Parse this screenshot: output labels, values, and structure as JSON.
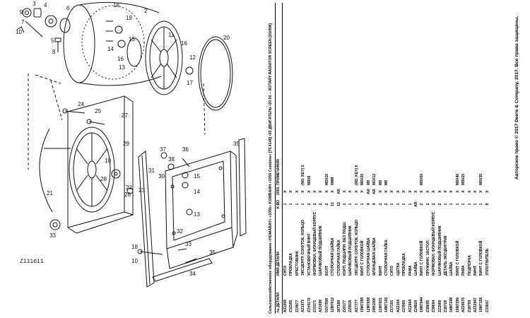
{
  "figure_id": "Z111611",
  "callouts": [
    "1",
    "2",
    "3",
    "4",
    "5",
    "6",
    "7",
    "8",
    "9",
    "10",
    "11",
    "12",
    "13",
    "14",
    "15",
    "16",
    "17",
    "18",
    "19",
    "20",
    "21",
    "22",
    "23",
    "24",
    "25",
    "26",
    "27",
    "28",
    "29",
    "30",
    "31",
    "32",
    "33",
    "34",
    "35",
    "36",
    "37",
    "38"
  ],
  "header": "Сельскохозяйственное оборудование «HOMABAY» «1055» KOMBAЙH «1055 Combine» [TC4148] •20 ДВИГАТЕЛЬ •20-50 – ROTARY RADIATOR SCREEN [9105M]",
  "columns": [
    "№ ДЕТАЛИ",
    "ИМЯ ДЕТАЛИ",
    "К-ВО",
    "1055",
    "ПРИМЕЧАНИЯ"
  ],
  "rows": [
    [
      "AZ1069",
      "СИТО",
      "1",
      "X",
      ""
    ],
    [
      "Z32385",
      "ПРОКЛАДКА",
      "1",
      "X",
      ""
    ],
    [
      "Z19977",
      "КРЕСТОВИНА",
      "1",
      "X",
      ""
    ],
    [
      "AZ1073",
      "ЭКСЦЕНТР. СОНУТОЕ. КОЛЬЦО",
      "1",
      "X",
      "(NO. KEY) 5"
    ],
    [
      "Z3V0179",
      "УСТАНОВОЧНЫЙ ВИНТ",
      "2",
      "X",
      "M8X8"
    ],
    [
      "Z31371",
      "ФОРМОВАН. ФЛАНЦЕВЫЙ КОРПУС",
      "2",
      "X",
      ""
    ],
    [
      "AZ1098",
      "ШАРИКОВЫЙ ПОДШИПНИК",
      "2",
      "X",
      ""
    ],
    [
      "03V7890",
      "БОЛТ",
      "2",
      "X",
      "M8X16"
    ],
    [
      "12M7012",
      "СТОПОРНАЯ ШАЙБА",
      "12",
      "X",
      "8MM"
    ],
    [
      "36T589",
      "СТОПОРНАЯ ГАЙКА",
      "12",
      "AR",
      ""
    ],
    [
      "Z20177",
      "КОРП. ПОДШИПН. БЕЗ ПОДШ.",
      "1",
      "X",
      ""
    ],
    [
      "ZZ8936",
      "ШАРИКОВЫЙ ПОДШИПНИК",
      "1",
      "X",
      ""
    ],
    [
      "AZ7777",
      "ЭКСЦЕНТР. СОНУТОЕ. КОЛЬЦО",
      "1",
      "X",
      "(NO. KEY) 5"
    ],
    [
      "19M7188",
      "ВИНТ С ГОЛОВКОЙ",
      "1",
      "X",
      "M8X20"
    ],
    [
      "12M7058",
      "СТОПОРНАЯ ШАЙБА",
      "4",
      "AR",
      "M8"
    ],
    [
      "24H1000",
      "ФЛАНЦЕВАЯ ШАЙБА",
      "4",
      "AR",
      "M6X12"
    ],
    [
      "21M7031",
      "ВИНТ",
      "2",
      "X",
      "M8"
    ],
    [
      "14M7100",
      "СТОПОРНАЯ ГАЙКА",
      "2",
      "X",
      "M8"
    ],
    [
      "Z17103",
      "СИТО",
      "1",
      "X",
      ""
    ],
    [
      "AZ2164",
      "ЩЕТКА",
      "1",
      "X",
      ""
    ],
    [
      "Z23990",
      "ПРОКЛАДКА",
      "1",
      "X",
      ""
    ],
    [
      "AZ2064",
      "РАМА",
      "1",
      "X",
      ""
    ],
    [
      "Z24920",
      "ШАЙБА",
      "AR",
      "X",
      ""
    ],
    [
      "19M7944",
      "ВИНТ С ГОЛОВКОЙ",
      "2",
      "X",
      "M8X50"
    ],
    [
      "Z38695",
      "ПРУЖИНН. ЗАСТОП.",
      "2",
      "X",
      ""
    ],
    [
      "Z38694",
      "ФОРМОВАН. ФЛАНЦЕВЫЙ КОРПУС",
      "2",
      "X",
      ""
    ],
    [
      "ZZ2980",
      "ШАРИКОВЫЙ ПОДШИПНИК",
      "2",
      "X",
      ""
    ],
    [
      "Z38728",
      "ДЕТАЛЬ ЭКСЦЕНТРИК",
      "1",
      "X",
      ""
    ],
    [
      "34M7248",
      "ШАЙБА",
      "1",
      "X",
      ""
    ],
    [
      "19M7286",
      "ВИНТ С ГОЛОВКОЙ",
      "1",
      "X",
      "M8X40"
    ],
    [
      "AZ20678",
      "РАМА",
      "1",
      "X",
      "M8X25"
    ],
    [
      "Z38789",
      "ПОДПОРКА",
      "1",
      "X",
      ""
    ],
    [
      "AZ22947",
      "ВИНТ",
      "1",
      "X",
      ""
    ],
    [
      "19M7158",
      "ВИНТ С ГОЛОВКОЙ",
      "1",
      "X",
      "M8X35"
    ],
    [
      "Z33847",
      "УПЛОТНИТЕЛЬ",
      "8",
      "X",
      ""
    ]
  ],
  "copyright": "Авторское право © 2017 Deere & Company, 2017. Все права защищены."
}
